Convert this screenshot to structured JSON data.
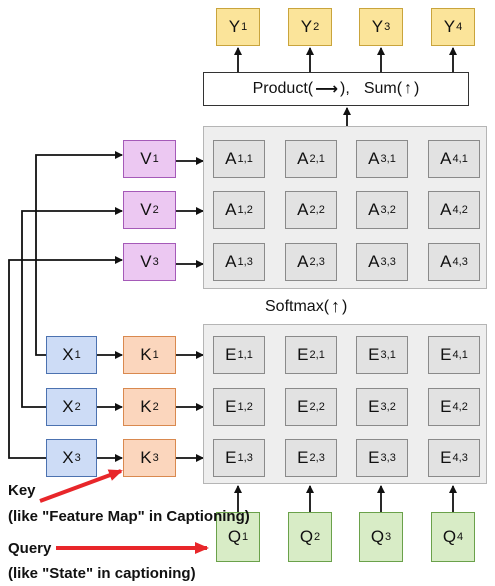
{
  "outputs": [
    {
      "base": "Y",
      "sub": "1"
    },
    {
      "base": "Y",
      "sub": "2"
    },
    {
      "base": "Y",
      "sub": "3"
    },
    {
      "base": "Y",
      "sub": "4"
    }
  ],
  "product_box": {
    "product_label": "Product(",
    "product_arrow": "⟶",
    "sep": "),",
    "sum_label": "Sum(",
    "sum_arrow": "↑",
    "close": ")"
  },
  "values": [
    {
      "base": "V",
      "sub": "1"
    },
    {
      "base": "V",
      "sub": "2"
    },
    {
      "base": "V",
      "sub": "3"
    }
  ],
  "attention_grid": [
    [
      {
        "base": "A",
        "sub": "1,1"
      },
      {
        "base": "A",
        "sub": "2,1"
      },
      {
        "base": "A",
        "sub": "3,1"
      },
      {
        "base": "A",
        "sub": "4,1"
      }
    ],
    [
      {
        "base": "A",
        "sub": "1,2"
      },
      {
        "base": "A",
        "sub": "2,2"
      },
      {
        "base": "A",
        "sub": "3,2"
      },
      {
        "base": "A",
        "sub": "4,2"
      }
    ],
    [
      {
        "base": "A",
        "sub": "1,3"
      },
      {
        "base": "A",
        "sub": "2,3"
      },
      {
        "base": "A",
        "sub": "3,3"
      },
      {
        "base": "A",
        "sub": "4,3"
      }
    ]
  ],
  "softmax": {
    "label": "Softmax(",
    "arrow": "↑",
    "close": ")"
  },
  "inputs": [
    {
      "base": "X",
      "sub": "1"
    },
    {
      "base": "X",
      "sub": "2"
    },
    {
      "base": "X",
      "sub": "3"
    }
  ],
  "keys": [
    {
      "base": "K",
      "sub": "1"
    },
    {
      "base": "K",
      "sub": "2"
    },
    {
      "base": "K",
      "sub": "3"
    }
  ],
  "energy_grid": [
    [
      {
        "base": "E",
        "sub": "1,1"
      },
      {
        "base": "E",
        "sub": "2,1"
      },
      {
        "base": "E",
        "sub": "3,1"
      },
      {
        "base": "E",
        "sub": "4,1"
      }
    ],
    [
      {
        "base": "E",
        "sub": "1,2"
      },
      {
        "base": "E",
        "sub": "2,2"
      },
      {
        "base": "E",
        "sub": "3,2"
      },
      {
        "base": "E",
        "sub": "4,2"
      }
    ],
    [
      {
        "base": "E",
        "sub": "1,3"
      },
      {
        "base": "E",
        "sub": "2,3"
      },
      {
        "base": "E",
        "sub": "3,3"
      },
      {
        "base": "E",
        "sub": "4,3"
      }
    ]
  ],
  "queries": [
    {
      "base": "Q",
      "sub": "1"
    },
    {
      "base": "Q",
      "sub": "2"
    },
    {
      "base": "Q",
      "sub": "3"
    },
    {
      "base": "Q",
      "sub": "4"
    }
  ],
  "annotations": {
    "key_line1": "Key",
    "key_line2": "(like \"Feature Map\" in Captioning)",
    "query_line1": "Query",
    "query_line2": "(like \"State\" in captioning)"
  },
  "colors": {
    "output": "#fbe49a",
    "value": "#ecc8f2",
    "input": "#cddcf6",
    "key": "#fbd6bd",
    "query": "#d8ecc6",
    "cell": "#e2e2e2",
    "panel": "#eeeeee",
    "annotation_arrow": "#e8262a"
  }
}
